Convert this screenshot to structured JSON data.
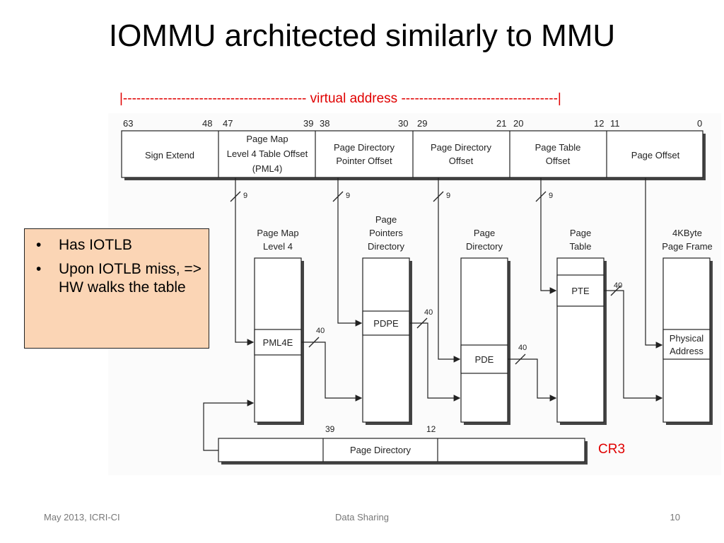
{
  "slide": {
    "title": "IOMMU architected similarly to MMU",
    "virtual_address_label": "|-----------------------------------------  virtual address    -----------------------------------|",
    "cr3_label": "CR3"
  },
  "bullets": [
    "Has IOTLB",
    "Upon IOTLB miss, => HW walks the table"
  ],
  "bullet_glyph": "•",
  "diagram": {
    "bit_labels": {
      "b63": "63",
      "b48": "48",
      "b47": "47",
      "b39": "39",
      "b38": "38",
      "b30": "30",
      "b29": "29",
      "b21": "21",
      "b20": "20",
      "b12": "12",
      "b11": "11",
      "b0": "0"
    },
    "fields": {
      "sign_extend": "Sign Extend",
      "pml4_l1": "Page Map",
      "pml4_l2": "Level 4 Table Offset",
      "pml4_l3": "(PML4)",
      "pdp_l1": "Page Directory",
      "pdp_l2": "Pointer Offset",
      "pd_l1": "Page Directory",
      "pd_l2": "Offset",
      "pt_l1": "Page Table",
      "pt_l2": "Offset",
      "page_offset": "Page Offset"
    },
    "widths": {
      "w9": "9",
      "w40": "40"
    },
    "tables": {
      "pml4_h1": "Page Map",
      "pml4_h2": "Level 4",
      "pdp_h1": "Page",
      "pdp_h2": "Pointers",
      "pdp_h3": "Directory",
      "pd_h1": "Page",
      "pd_h2": "Directory",
      "pt_h1": "Page",
      "pt_h2": "Table",
      "frame_h1": "4KByte",
      "frame_h2": "Page Frame"
    },
    "entries": {
      "pml4e": "PML4E",
      "pdpe": "PDPE",
      "pde": "PDE",
      "pte": "PTE",
      "phys_l1": "Physical",
      "phys_l2": "Address"
    },
    "cr3": {
      "b39": "39",
      "b12": "12",
      "label": "Page Directory"
    }
  },
  "footer": {
    "left": "May 2013, ICRI-CI",
    "center": "Data Sharing",
    "right": "10"
  }
}
